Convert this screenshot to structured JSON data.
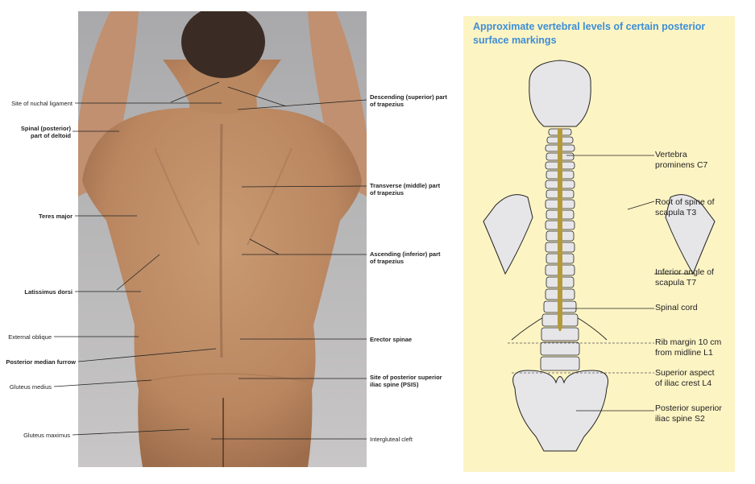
{
  "photo_labels": {
    "left": {
      "nuchal": "Site of nuchal ligament",
      "deltoid_1": "Spinal (posterior)",
      "deltoid_2": "part of deltoid",
      "teres": "Teres major",
      "latissimus": "Latissimus dorsi",
      "oblique": "External oblique",
      "furrow": "Posterior median furrow",
      "gmed": "Gluteus medius",
      "gmax": "Gluteus maximus"
    },
    "right": {
      "desc_1": "Descending (superior) part",
      "desc_2": "of trapezius",
      "trans_1": "Transverse (middle) part",
      "trans_2": "of trapezius",
      "asc_1": "Ascending (inferior) part",
      "asc_2": "of trapezius",
      "erector": "Erector spinae",
      "psis_1": "Site of posterior superior",
      "psis_2": "iliac spine (PSIS)",
      "cleft": "Intergluteal cleft"
    }
  },
  "panel": {
    "title": "Approximate vertebral levels of certain posterior surface markings",
    "labels": {
      "c7_1": "Vertebra",
      "c7_2": "prominens C7",
      "t3_1": "Root of spine of",
      "t3_2": "scapula T3",
      "t7_1": "Inferior angle of",
      "t7_2": "scapula T7",
      "cord": "Spinal cord",
      "l1_1": "Rib margin 10 cm",
      "l1_2": "from midline L1",
      "l4_1": "Superior aspect",
      "l4_2": "of iliac crest L4",
      "s2_1": "Posterior superior",
      "s2_2": "iliac spine S2"
    }
  },
  "colors": {
    "panel_bg": "#fdf4c4",
    "title": "#3d8ed6",
    "spinal_cord": "#b59a3a",
    "bone": "#e6e6e8"
  }
}
